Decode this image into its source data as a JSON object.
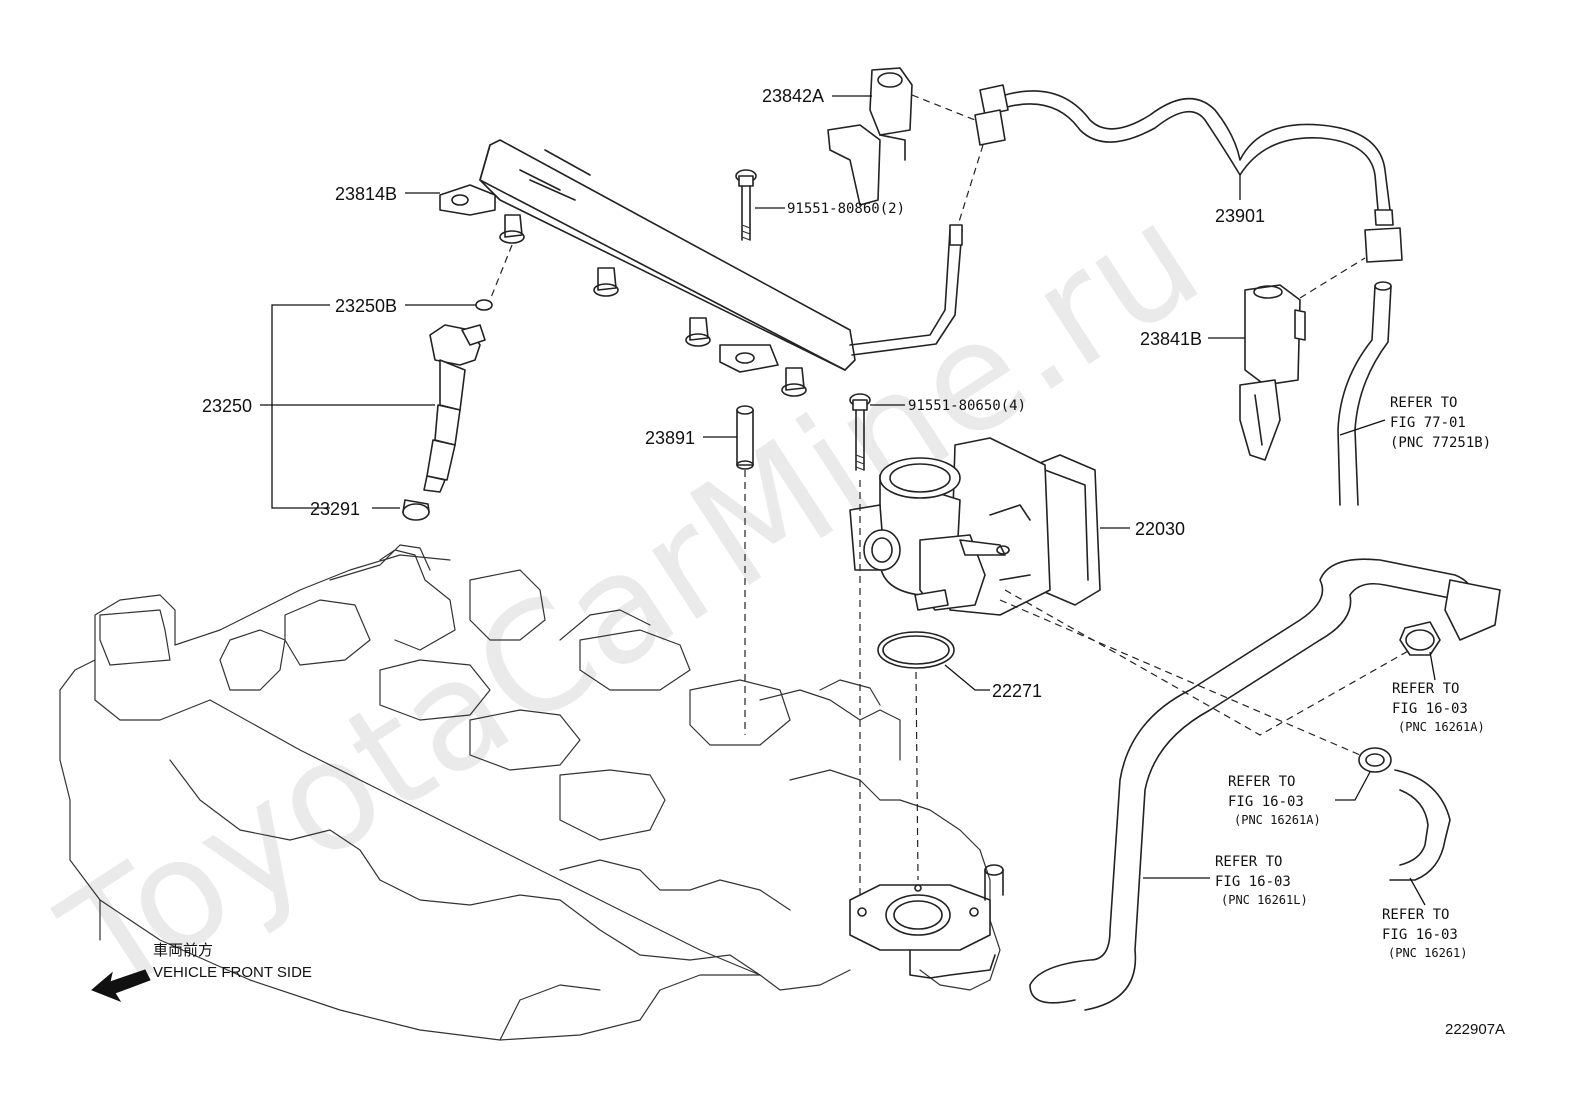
{
  "watermark": "ToyotaCarMine.ru",
  "figure_code": "222907A",
  "orientation": {
    "japanese": "車両前方",
    "english": "VEHICLE FRONT SIDE"
  },
  "parts": {
    "p23842A": "23842A",
    "p23814B": "23814B",
    "p91551_80860": "91551-80860(2)",
    "p23901": "23901",
    "p23250B": "23250B",
    "p23250": "23250",
    "p23291": "23291",
    "p23841B": "23841B",
    "p23891": "23891",
    "p91551_80650": "91551-80650(4)",
    "p22030": "22030",
    "p22271": "22271"
  },
  "references": {
    "ref_77_01": {
      "line1": "REFER TO",
      "line2": "FIG 77-01",
      "line3": "(PNC 77251B)"
    },
    "ref_16261A_right": {
      "line1": "REFER TO",
      "line2": "FIG 16-03",
      "line3": "(PNC 16261A)"
    },
    "ref_16261A_mid": {
      "line1": "REFER TO",
      "line2": "FIG 16-03",
      "line3": "(PNC 16261A)"
    },
    "ref_16261L": {
      "line1": "REFER TO",
      "line2": "FIG 16-03",
      "line3": "(PNC 16261L)"
    },
    "ref_16261": {
      "line1": "REFER TO",
      "line2": "FIG 16-03",
      "line3": "(PNC 16261)"
    }
  }
}
